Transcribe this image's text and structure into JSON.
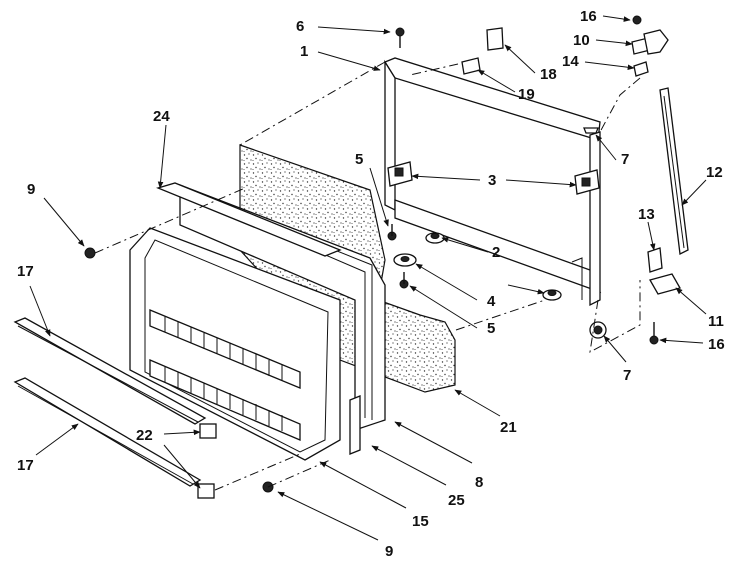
{
  "diagram": {
    "callouts": [
      {
        "id": "c6a",
        "text": "6"
      },
      {
        "id": "c1",
        "text": "1"
      },
      {
        "id": "c16a",
        "text": "16"
      },
      {
        "id": "c10",
        "text": "10"
      },
      {
        "id": "c14",
        "text": "14"
      },
      {
        "id": "c18",
        "text": "18"
      },
      {
        "id": "c19",
        "text": "19"
      },
      {
        "id": "c24",
        "text": "24"
      },
      {
        "id": "c7a",
        "text": "7"
      },
      {
        "id": "c12",
        "text": "12"
      },
      {
        "id": "c5a",
        "text": "5"
      },
      {
        "id": "c3",
        "text": "3"
      },
      {
        "id": "c9a",
        "text": "9"
      },
      {
        "id": "c13",
        "text": "13"
      },
      {
        "id": "c17a",
        "text": "17"
      },
      {
        "id": "c2",
        "text": "2"
      },
      {
        "id": "c4",
        "text": "4"
      },
      {
        "id": "c5b",
        "text": "5"
      },
      {
        "id": "c11",
        "text": "11"
      },
      {
        "id": "c16b",
        "text": "16"
      },
      {
        "id": "c7b",
        "text": "7"
      },
      {
        "id": "c21",
        "text": "21"
      },
      {
        "id": "c22",
        "text": "22"
      },
      {
        "id": "c17b",
        "text": "17"
      },
      {
        "id": "c8",
        "text": "8"
      },
      {
        "id": "c25",
        "text": "25"
      },
      {
        "id": "c15",
        "text": "15"
      },
      {
        "id": "c9b",
        "text": "9"
      }
    ]
  }
}
